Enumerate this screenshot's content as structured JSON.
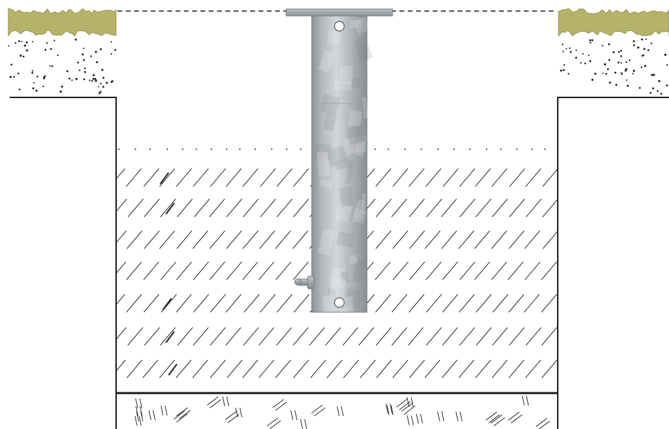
{
  "diagram": {
    "colors": {
      "background": "#ffffff",
      "outline": "#1a1a1a",
      "grass": "#b5b26a",
      "grass_dark": "#8f8c4a",
      "soil_dots": "#222222",
      "fill_hatch": "#2a2a2a",
      "subsoil_hatch": "#2a2a2a",
      "tube_light": "#c9ccd0",
      "tube_mid": "#aeb1b6",
      "tube_dark": "#8d9096",
      "flange": "#9fa3a8",
      "hole": "#ffffff"
    },
    "parts": [
      "grass-surface",
      "topsoil",
      "excavation-pit",
      "backfill",
      "subsoil",
      "ground-sleeve-tube",
      "top-flange",
      "locking-hole",
      "bottom-hole",
      "anchor-pin"
    ]
  }
}
